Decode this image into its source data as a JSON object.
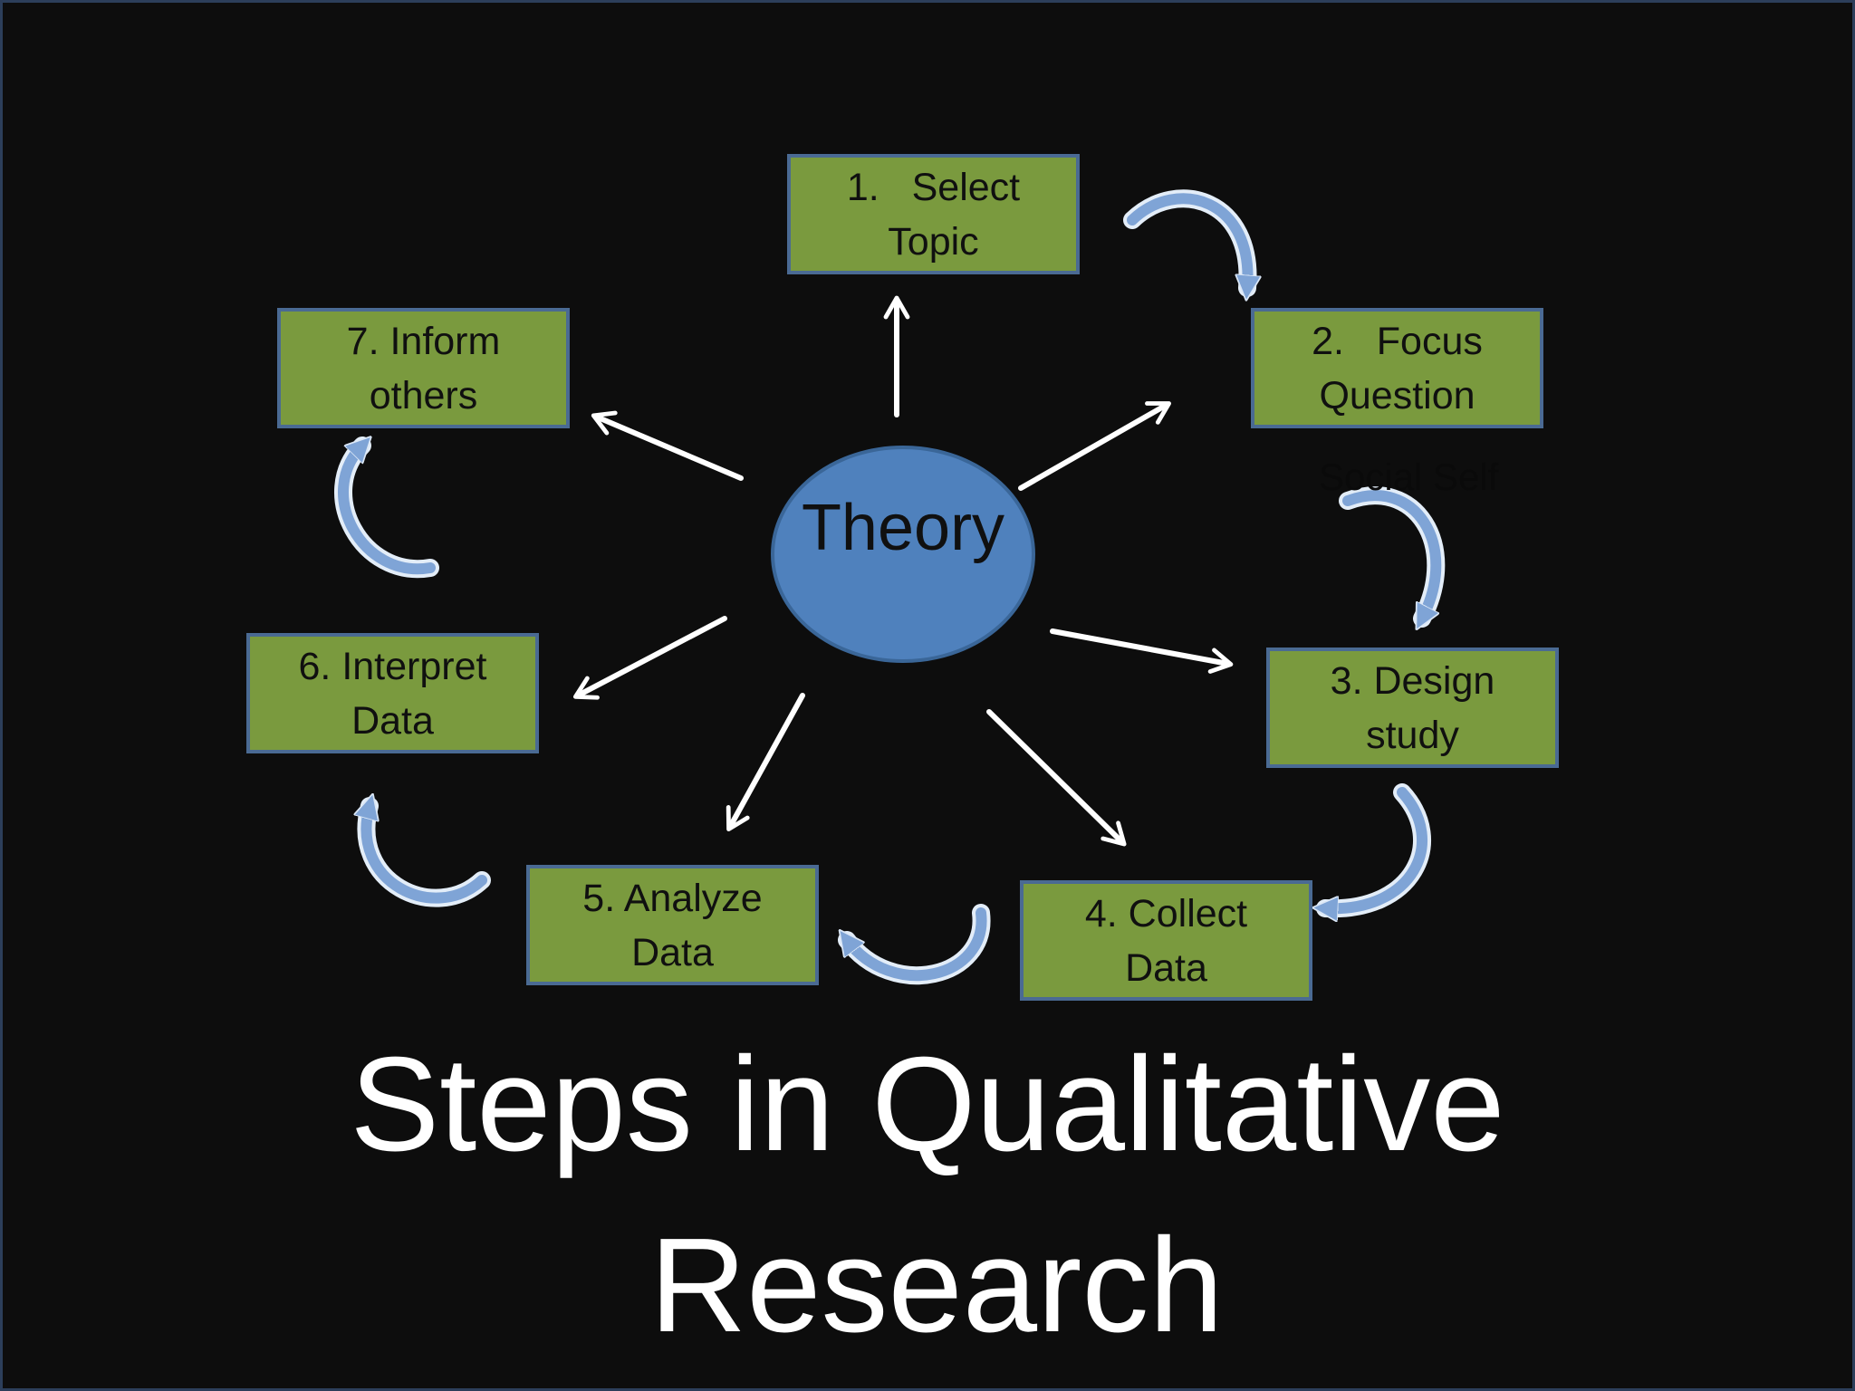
{
  "diagram": {
    "center": {
      "label": "Theory"
    },
    "steps": [
      {
        "line1": "1.   Select",
        "line2": "Topic"
      },
      {
        "line1": "2.   Focus",
        "line2": "Question"
      },
      {
        "line1": "3. Design",
        "line2": "study"
      },
      {
        "line1": "4. Collect",
        "line2": "Data"
      },
      {
        "line1": "5. Analyze",
        "line2": "Data"
      },
      {
        "line1": "6. Interpret",
        "line2": "Data"
      },
      {
        "line1": "7. Inform",
        "line2": "others"
      }
    ],
    "overlap_text": "Social Self",
    "colors": {
      "background": "#0d0d0d",
      "step_fill": "#7a9a3e",
      "step_border": "#4a6a93",
      "center_fill": "#4f81bd",
      "cycle_arrow": "#7fa4d6",
      "spoke_arrow": "#ffffff",
      "title_text": "#ffffff"
    }
  },
  "title": {
    "line1": "Steps in Qualitative",
    "line2": "Research"
  }
}
